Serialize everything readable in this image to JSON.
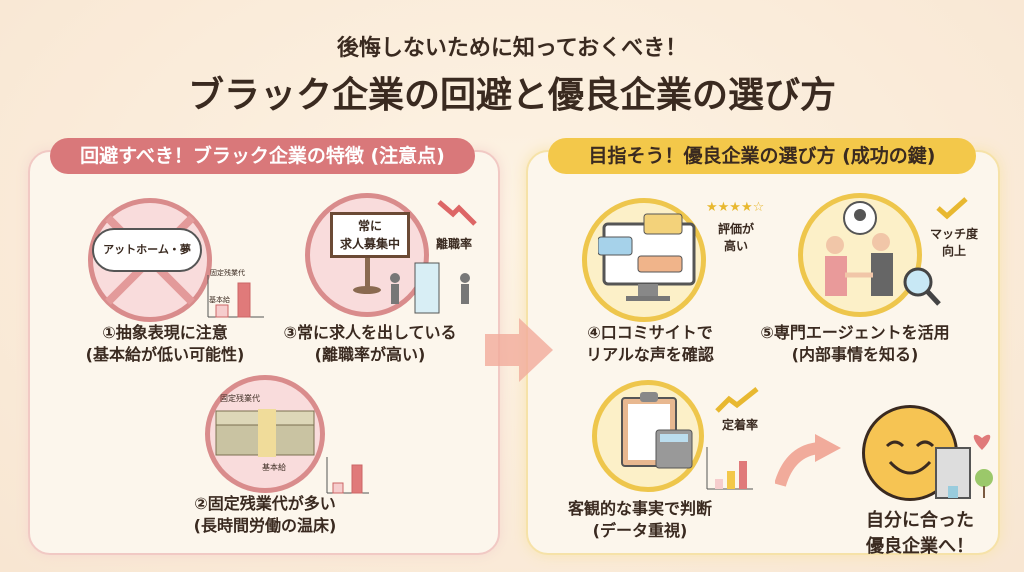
{
  "title": {
    "line1": "後悔しないために知っておくべき！",
    "line2": "ブラック企業の回避と優良企業の選び方"
  },
  "left_panel": {
    "header": "回避すべき！ブラック企業の特徴 (注意点)",
    "items": [
      {
        "title": "①抽象表現に注意",
        "subtitle": "(基本給が低い可能性)",
        "bubble": "アットホーム・夢",
        "bar_labels": [
          "基本給",
          "固定残業代"
        ]
      },
      {
        "title": "③常に求人を出している",
        "subtitle": "(離職率が高い)",
        "sign": "常に\n求人募集中",
        "side_label": "離職率"
      },
      {
        "title": "②固定残業代が多い",
        "subtitle": "(長時間労働の温床)",
        "money_labels": [
          "固定残業代",
          "基本給"
        ]
      }
    ]
  },
  "right_panel": {
    "header": "目指そう！優良企業の選び方 (成功の鍵)",
    "items": [
      {
        "title": "④口コミサイトで",
        "subtitle": "リアルな声を確認",
        "side_label": "評価が\n高い",
        "rating": "★★★★☆"
      },
      {
        "title": "⑤専門エージェントを活用",
        "subtitle": "(内部事情を知る)",
        "side_label": "マッチ度\n向上"
      },
      {
        "title": "客観的な事実で判断",
        "subtitle": "(データ重視)",
        "side_label": "定着率"
      }
    ],
    "goal": {
      "line1": "自分に合った",
      "line2": "優良企業へ！"
    }
  },
  "colors": {
    "warning": "#d9787a",
    "success": "#f3c84a"
  }
}
